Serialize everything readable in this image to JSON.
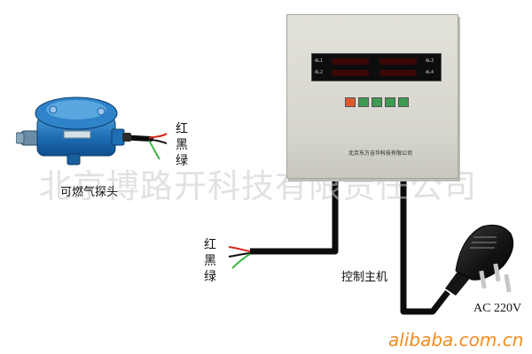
{
  "detector": {
    "caption": "可燃气探头",
    "wire_labels": [
      "红",
      "黑",
      "绿"
    ]
  },
  "controller": {
    "caption": "控制主机",
    "maker_label": "北京东方吉华科技有限公司",
    "display_tags": [
      "AL1",
      "AL2",
      "AL3",
      "AL4"
    ],
    "panel_colors": {
      "body": "#dcdbd3",
      "display": "#0d0d0d",
      "buttons": [
        "#e0592c",
        "#3d9a52",
        "#3d9a52",
        "#3d9a52",
        "#3d9a52"
      ]
    },
    "wire_labels": [
      "红",
      "黑",
      "绿"
    ]
  },
  "plug": {
    "caption": "AC 220V"
  },
  "watermark": {
    "text": "北京博路开科技有限责任公司"
  },
  "site": {
    "logo_text": "alibaba.com.cn"
  },
  "colors": {
    "wire_red": "#d9261c",
    "wire_black": "#111111",
    "wire_green": "#3fb54a",
    "cable": "#0c0c0c",
    "detector_blue": "#1f6fb6",
    "logo_orange": "#f28c1e"
  }
}
